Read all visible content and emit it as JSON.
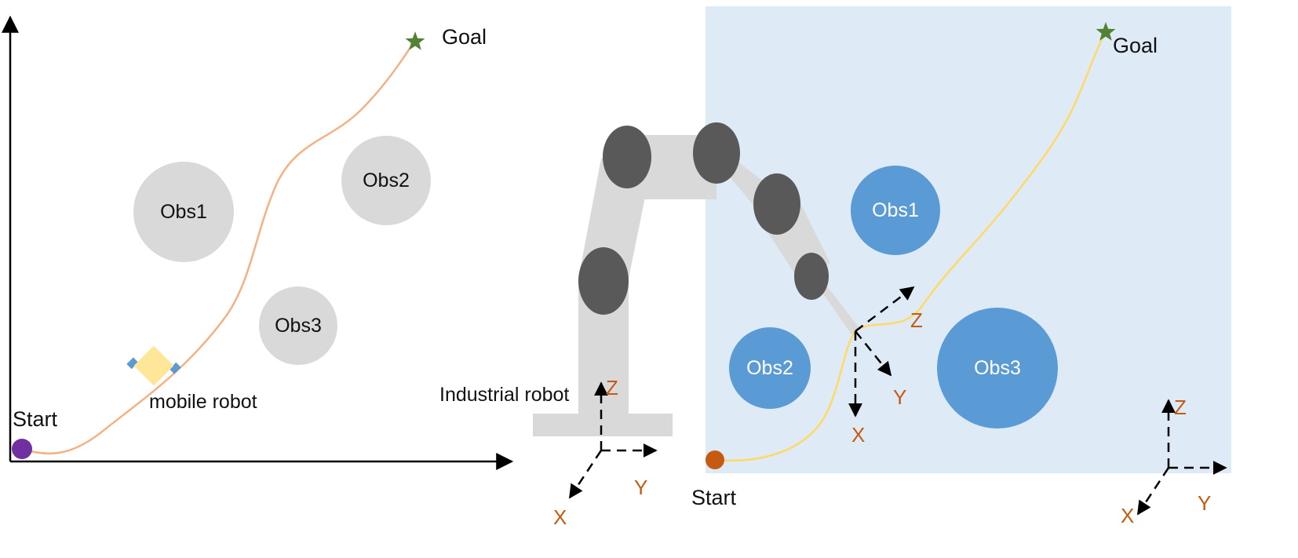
{
  "colors": {
    "gray_obstacle": "#d9d9d9",
    "blue_obstacle": "#5b9bd5",
    "workspace_bg": "#deebf7",
    "mobile_path": "#f4b183",
    "arm_path": "#ffd966",
    "goal_star": "#548235",
    "start_left": "#7030a0",
    "start_right": "#c55a11",
    "arm_link": "#d9d9d9",
    "arm_joint": "#595959",
    "axis_label": "#c55a11",
    "robot_body": "#ffe699",
    "robot_wheel": "#5b9bd5"
  },
  "left_panel": {
    "goal_label": "Goal",
    "start_label": "Start",
    "robot_label": "mobile robot",
    "obstacles": [
      "Obs1",
      "Obs2",
      "Obs3"
    ]
  },
  "right_panel": {
    "goal_label": "Goal",
    "start_label": "Start",
    "robot_label": "Industrial robot",
    "obstacles": [
      "Obs1",
      "Obs2",
      "Obs3"
    ],
    "base_frame": {
      "z": "Z",
      "x": "X",
      "y": "Y"
    },
    "tool_frame": {
      "z": "Z",
      "x": "X",
      "y": "Y"
    },
    "world_frame": {
      "z": "Z",
      "x": "X",
      "y": "Y"
    }
  }
}
